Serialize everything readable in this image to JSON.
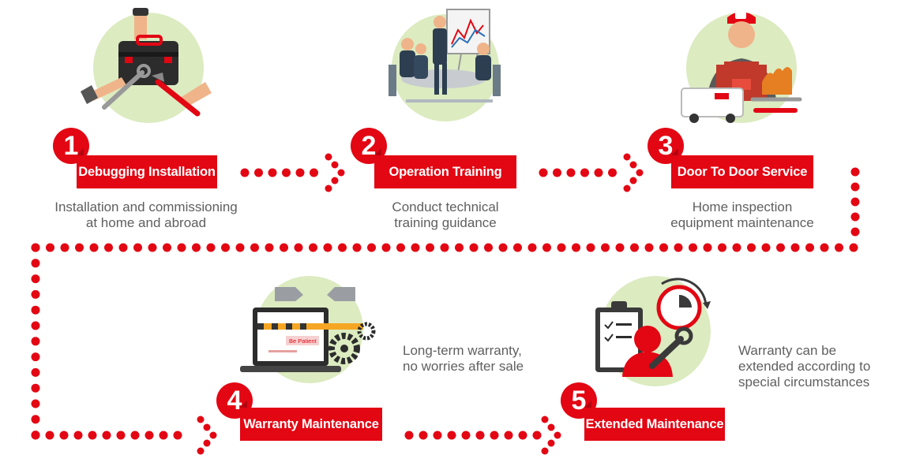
{
  "colors": {
    "accent": "#e30613",
    "accent_dark": "#b30510",
    "circle": "#dcebc0",
    "text": "#5f5f5f"
  },
  "steps": [
    {
      "number": "1",
      "label": "Debugging Installation",
      "desc": [
        "Installation and commissioning",
        "at home and abroad"
      ],
      "icon": "toolbox-icon"
    },
    {
      "number": "2",
      "label": "Operation Training",
      "desc": [
        "Conduct technical",
        "training guidance"
      ],
      "icon": "meeting-icon"
    },
    {
      "number": "3",
      "label": "Door To Door Service",
      "desc": [
        "Home inspection",
        "equipment maintenance"
      ],
      "icon": "service-technician-icon"
    },
    {
      "number": "4",
      "label": "Warranty Maintenance",
      "desc": [
        "Long-term warranty,",
        "no worries after sale"
      ],
      "icon": "laptop-repair-icon"
    },
    {
      "number": "5",
      "label": "Extended Maintenance",
      "desc": [
        "Warranty can be",
        "extended according to",
        "special circumstances"
      ],
      "icon": "clipboard-clock-icon"
    }
  ],
  "illustration_text": {
    "laptop_screen": "Be Patient"
  }
}
